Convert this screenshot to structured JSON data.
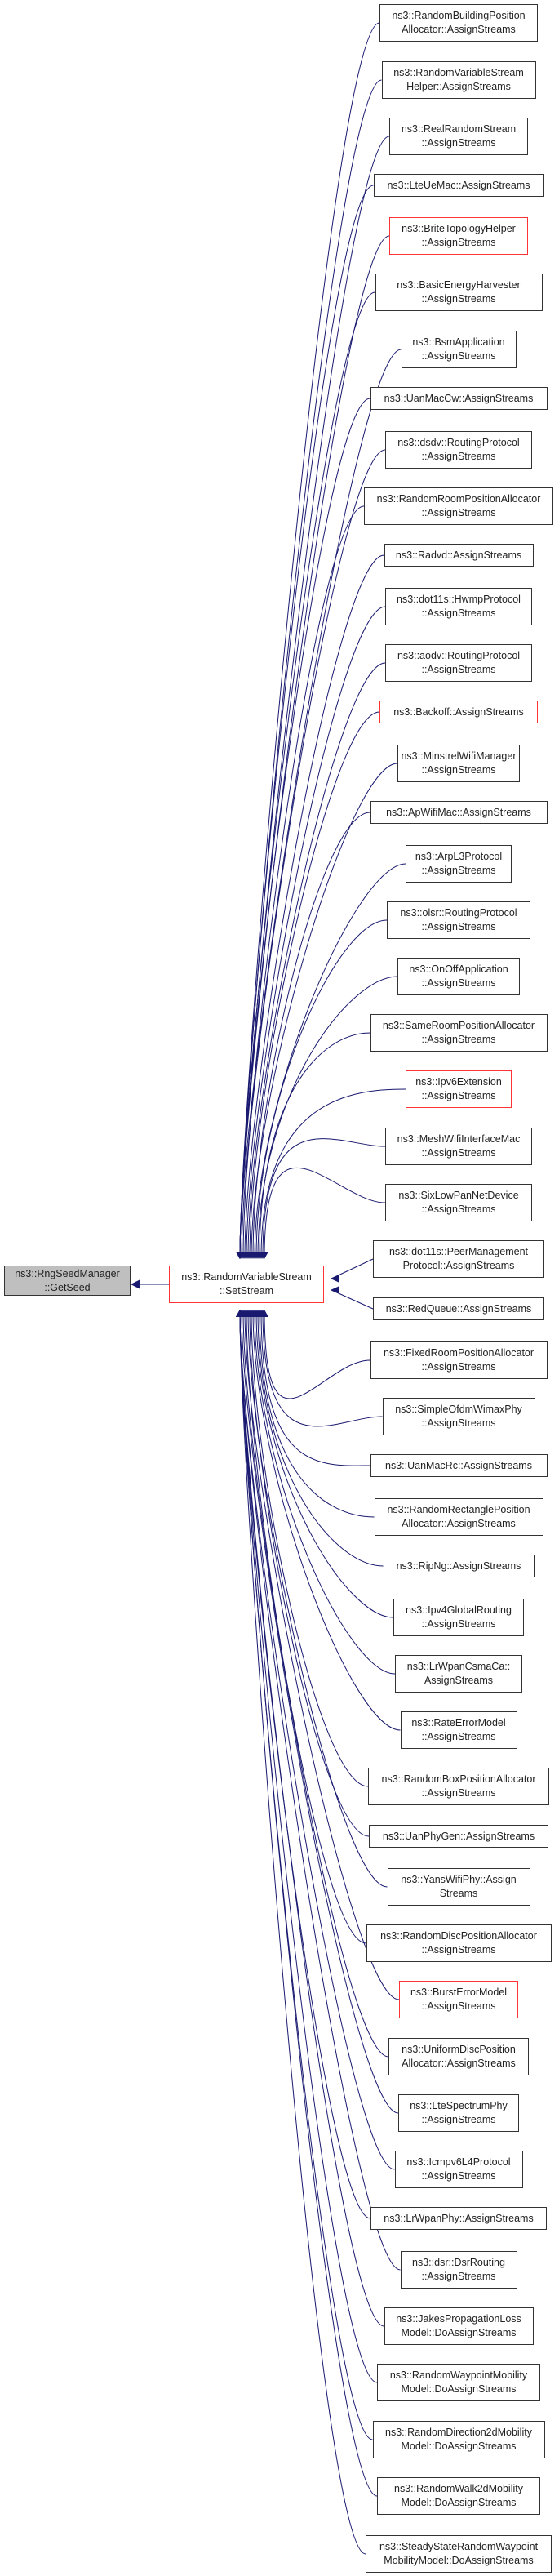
{
  "diagram": {
    "type": "call-graph",
    "edge_color": "#191970",
    "colors": {
      "normal_border": "#333333",
      "undocumented_border": "#ff3333",
      "current_fill": "#bfbfbf"
    },
    "root": {
      "lines": [
        "ns3::RngSeedManager",
        "::GetSeed"
      ],
      "style": "current"
    },
    "hub": {
      "lines": [
        "ns3::RandomVariableStream",
        "::SetStream"
      ],
      "style": "red"
    },
    "callers": [
      {
        "lines": [
          "ns3::RandomBuildingPosition",
          "Allocator::AssignStreams"
        ],
        "style": "normal"
      },
      {
        "lines": [
          "ns3::RandomVariableStream",
          "Helper::AssignStreams"
        ],
        "style": "normal"
      },
      {
        "lines": [
          "ns3::RealRandomStream",
          "::AssignStreams"
        ],
        "style": "normal"
      },
      {
        "lines": [
          "ns3::LteUeMac::AssignStreams"
        ],
        "style": "normal"
      },
      {
        "lines": [
          "ns3::BriteTopologyHelper",
          "::AssignStreams"
        ],
        "style": "red"
      },
      {
        "lines": [
          "ns3::BasicEnergyHarvester",
          "::AssignStreams"
        ],
        "style": "normal"
      },
      {
        "lines": [
          "ns3::BsmApplication",
          "::AssignStreams"
        ],
        "style": "normal"
      },
      {
        "lines": [
          "ns3::UanMacCw::AssignStreams"
        ],
        "style": "normal"
      },
      {
        "lines": [
          "ns3::dsdv::RoutingProtocol",
          "::AssignStreams"
        ],
        "style": "normal"
      },
      {
        "lines": [
          "ns3::RandomRoomPositionAllocator",
          "::AssignStreams"
        ],
        "style": "normal"
      },
      {
        "lines": [
          "ns3::Radvd::AssignStreams"
        ],
        "style": "normal"
      },
      {
        "lines": [
          "ns3::dot11s::HwmpProtocol",
          "::AssignStreams"
        ],
        "style": "normal"
      },
      {
        "lines": [
          "ns3::aodv::RoutingProtocol",
          "::AssignStreams"
        ],
        "style": "normal"
      },
      {
        "lines": [
          "ns3::Backoff::AssignStreams"
        ],
        "style": "red"
      },
      {
        "lines": [
          "ns3::MinstrelWifiManager",
          "::AssignStreams"
        ],
        "style": "normal"
      },
      {
        "lines": [
          "ns3::ApWifiMac::AssignStreams"
        ],
        "style": "normal"
      },
      {
        "lines": [
          "ns3::ArpL3Protocol",
          "::AssignStreams"
        ],
        "style": "normal"
      },
      {
        "lines": [
          "ns3::olsr::RoutingProtocol",
          "::AssignStreams"
        ],
        "style": "normal"
      },
      {
        "lines": [
          "ns3::OnOffApplication",
          "::AssignStreams"
        ],
        "style": "normal"
      },
      {
        "lines": [
          "ns3::SameRoomPositionAllocator",
          "::AssignStreams"
        ],
        "style": "normal"
      },
      {
        "lines": [
          "ns3::Ipv6Extension",
          "::AssignStreams"
        ],
        "style": "red"
      },
      {
        "lines": [
          "ns3::MeshWifiInterfaceMac",
          "::AssignStreams"
        ],
        "style": "normal"
      },
      {
        "lines": [
          "ns3::SixLowPanNetDevice",
          "::AssignStreams"
        ],
        "style": "normal"
      },
      {
        "lines": [
          "ns3::dot11s::PeerManagement",
          "Protocol::AssignStreams"
        ],
        "style": "normal"
      },
      {
        "lines": [
          "ns3::RedQueue::AssignStreams"
        ],
        "style": "normal"
      },
      {
        "lines": [
          "ns3::FixedRoomPositionAllocator",
          "::AssignStreams"
        ],
        "style": "normal"
      },
      {
        "lines": [
          "ns3::SimpleOfdmWimaxPhy",
          "::AssignStreams"
        ],
        "style": "normal"
      },
      {
        "lines": [
          "ns3::UanMacRc::AssignStreams"
        ],
        "style": "normal"
      },
      {
        "lines": [
          "ns3::RandomRectanglePosition",
          "Allocator::AssignStreams"
        ],
        "style": "normal"
      },
      {
        "lines": [
          "ns3::RipNg::AssignStreams"
        ],
        "style": "normal"
      },
      {
        "lines": [
          "ns3::Ipv4GlobalRouting",
          "::AssignStreams"
        ],
        "style": "normal"
      },
      {
        "lines": [
          "ns3::LrWpanCsmaCa::",
          "AssignStreams"
        ],
        "style": "normal"
      },
      {
        "lines": [
          "ns3::RateErrorModel",
          "::AssignStreams"
        ],
        "style": "normal"
      },
      {
        "lines": [
          "ns3::RandomBoxPositionAllocator",
          "::AssignStreams"
        ],
        "style": "normal"
      },
      {
        "lines": [
          "ns3::UanPhyGen::AssignStreams"
        ],
        "style": "normal"
      },
      {
        "lines": [
          "ns3::YansWifiPhy::Assign",
          "Streams"
        ],
        "style": "normal"
      },
      {
        "lines": [
          "ns3::RandomDiscPositionAllocator",
          "::AssignStreams"
        ],
        "style": "normal"
      },
      {
        "lines": [
          "ns3::BurstErrorModel",
          "::AssignStreams"
        ],
        "style": "red"
      },
      {
        "lines": [
          "ns3::UniformDiscPosition",
          "Allocator::AssignStreams"
        ],
        "style": "normal"
      },
      {
        "lines": [
          "ns3::LteSpectrumPhy",
          "::AssignStreams"
        ],
        "style": "normal"
      },
      {
        "lines": [
          "ns3::Icmpv6L4Protocol",
          "::AssignStreams"
        ],
        "style": "normal"
      },
      {
        "lines": [
          "ns3::LrWpanPhy::AssignStreams"
        ],
        "style": "normal"
      },
      {
        "lines": [
          "ns3::dsr::DsrRouting",
          "::AssignStreams"
        ],
        "style": "normal"
      },
      {
        "lines": [
          "ns3::JakesPropagationLoss",
          "Model::DoAssignStreams"
        ],
        "style": "normal"
      },
      {
        "lines": [
          "ns3::RandomWaypointMobility",
          "Model::DoAssignStreams"
        ],
        "style": "normal"
      },
      {
        "lines": [
          "ns3::RandomDirection2dMobility",
          "Model::DoAssignStreams"
        ],
        "style": "normal"
      },
      {
        "lines": [
          "ns3::RandomWalk2dMobility",
          "Model::DoAssignStreams"
        ],
        "style": "normal"
      },
      {
        "lines": [
          "ns3::SteadyStateRandomWaypoint",
          "MobilityModel::DoAssignStreams"
        ],
        "style": "normal"
      }
    ]
  }
}
